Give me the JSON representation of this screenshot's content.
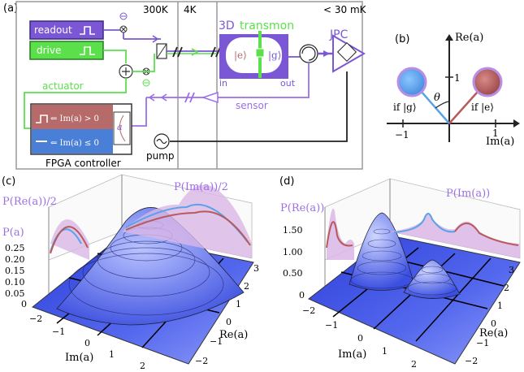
{
  "panel_a": {
    "label": "(a)",
    "zone_300k": "300K",
    "zone_4k": "4K",
    "zone_mk": "< 30 mK",
    "readout": "readout",
    "drive": "drive",
    "actuator": "actuator",
    "fpga_row1": "⇐ Im(a) > 0",
    "fpga_row2": "⇐ Im(a) ≤ 0",
    "fpga_a": "a",
    "fpga_label": "FPGA controller",
    "pump": "pump",
    "sensor": "sensor",
    "transmon_3d": "3D",
    "transmon_word": "transmon",
    "ket_e": "|e⟩",
    "ket_g": "|g⟩",
    "port_in": "in",
    "port_out": "out",
    "jpc": "JPC",
    "colors": {
      "readout": "#7b57d6",
      "drive": "#5be04c",
      "actuator": "#5be04c",
      "sensor": "#9b6fe6",
      "fpga_top": "#b66a6a",
      "fpga_bottom": "#4a7fd8"
    }
  },
  "panel_b": {
    "label": "(b)",
    "y_axis": "Re(a)",
    "x_axis": "Im(a)",
    "tick_y1": "1",
    "tick_xm1": "−1",
    "tick_x1": "1",
    "theta": "θ",
    "if_g": "if |g⟩",
    "if_e": "if |e⟩",
    "colors": {
      "g": "#5aa3e8",
      "e": "#b85a5a",
      "ring": "#b68fe6"
    }
  },
  "panel_c": {
    "label": "(c)",
    "p_re": "P(Re(a))/2",
    "p_im": "P(Im(a))/2",
    "p_a": "P(a)",
    "z_ticks": [
      "0.25",
      "0.20",
      "0.15",
      "0.10",
      "0.05",
      "0"
    ],
    "im_ticks": [
      "−2",
      "−1",
      "0",
      "1",
      "2"
    ],
    "re_ticks": [
      "3",
      "2",
      "1",
      "0",
      "−1",
      "−2"
    ],
    "im_axis": "Im(a)",
    "re_axis": "Re(a)"
  },
  "panel_d": {
    "label": "(d)",
    "p_re": "P(Re(a))",
    "p_im": "P(Im(a))",
    "z_ticks": [
      "1.50",
      "1.00",
      "0.50",
      "0"
    ],
    "im_ticks": [
      "−2",
      "−1",
      "0",
      "1",
      "2"
    ],
    "re_ticks": [
      "3",
      "2",
      "1",
      "0",
      "−1",
      "−2"
    ],
    "im_axis": "Im(a)",
    "re_axis": "Re(a)"
  }
}
